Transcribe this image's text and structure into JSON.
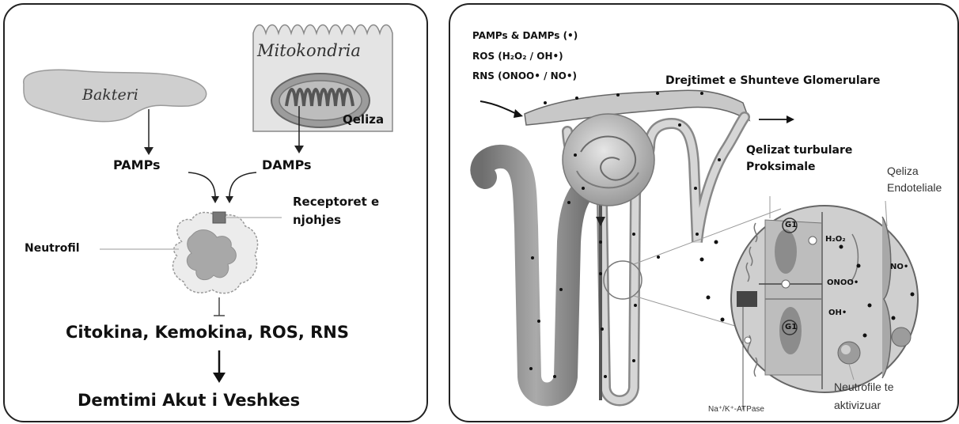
{
  "left": {
    "bakteri": "Bakteri",
    "mitokondria": "Mitokondria",
    "qeliza": "Qeliza",
    "pamps": "PAMPs",
    "damps": "DAMPs",
    "receptor_line1": "Receptoret e",
    "receptor_line2": "njohjes",
    "neutrofil": "Neutrofil",
    "products": "Citokina, Kemokina, ROS, RNS",
    "outcome": "Demtimi Akut i Veshkes"
  },
  "right": {
    "legend": {
      "pamps_damps": "PAMPs & DAMPs (•)",
      "ros": "ROS (H₂O₂ / OH•)",
      "rns": "RNS (ONOO• / NO•)"
    },
    "shunt_title": "Drejtimet e Shunteve Glomerulare",
    "tubular_line1": "Qelizat turbulare",
    "tubular_line2": "Proksimale",
    "endo_line1": "Qeliza",
    "endo_line2": "Endoteliale",
    "h2o2": "H₂O₂",
    "no": "NO•",
    "onoo": "ONOO•",
    "oh": "OH•",
    "g1_top": "G1",
    "g1_bottom": "G1",
    "atpase": "Na⁺/K⁺-ATPase",
    "neutrofile_line1": "Neutrofile te",
    "neutrofile_line2": "aktivizuar"
  },
  "colors": {
    "border": "#222222",
    "gray_fill": "#cfcfcf",
    "dark_gray": "#777777",
    "tubule": "#8a8a8a"
  }
}
